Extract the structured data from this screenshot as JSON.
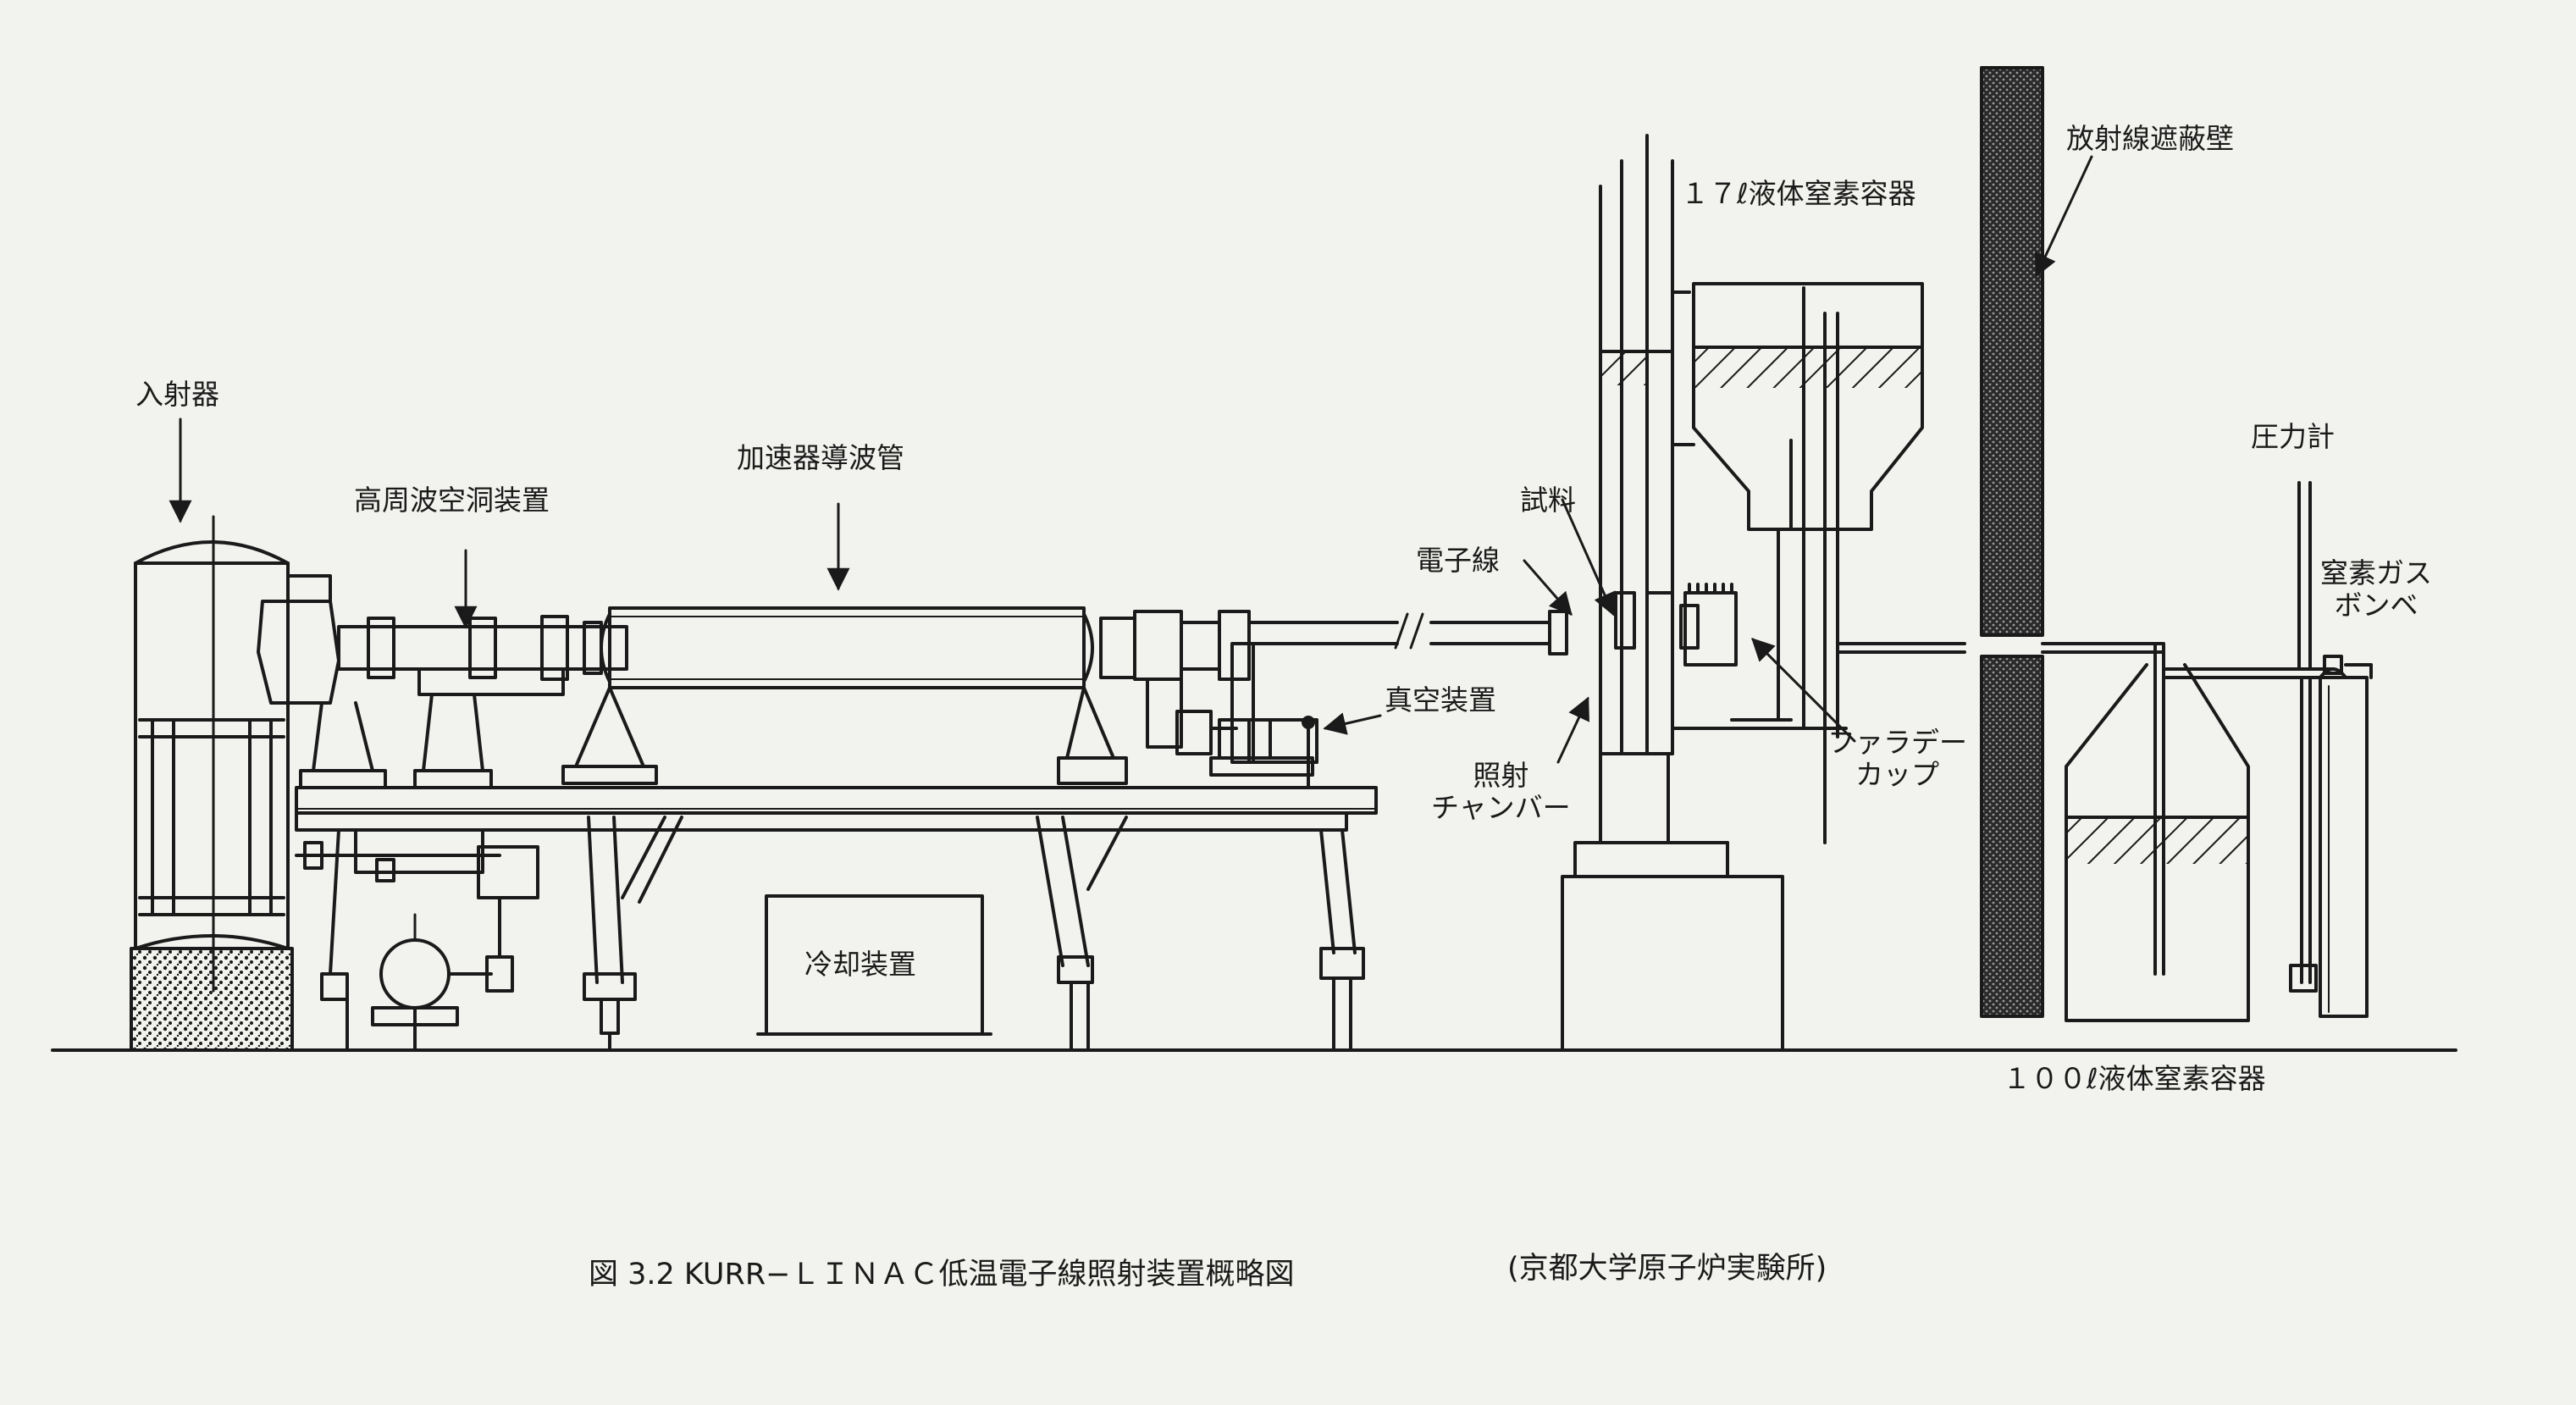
{
  "labels": {
    "injector": "入射器",
    "rf_cavity": "高周波空洞装置",
    "waveguide": "加速器導波管",
    "vacuum": "真空装置",
    "cooling": "冷却装置",
    "electron_beam": "電子線",
    "sample": "試料",
    "irradiation_chamber_1": "照射",
    "irradiation_chamber_2": "チャンバー",
    "faraday_cup_1": "ファラデー",
    "faraday_cup_2": "カップ",
    "ln2_container_17": "１７ℓ液体窒素容器",
    "shield_wall": "放射線遮蔽壁",
    "pressure_gauge": "圧力計",
    "n2_cylinder_1": "窒素ガス",
    "n2_cylinder_2": "ボンベ",
    "ln2_container_100": "１００ℓ液体窒素容器"
  },
  "caption": "図 3.2 KURR−ＬＩＮＡＣ低温電子線照射装置概略図",
  "source": "(京都大学原子炉実験所)",
  "colors": {
    "ink": "#1a1a1a",
    "paper": "#f2f3ee",
    "wall": "#3a3a3a"
  }
}
